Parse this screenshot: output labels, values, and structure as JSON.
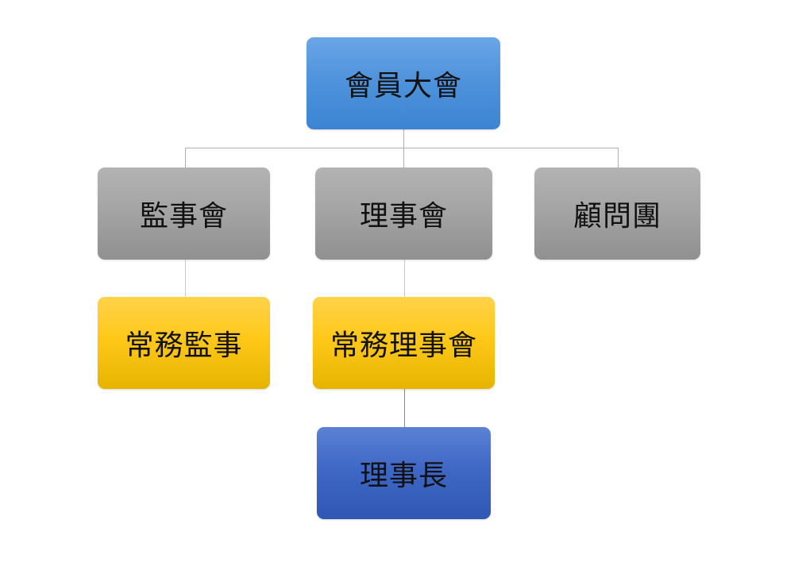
{
  "org_chart": {
    "nodes": {
      "general_assembly": {
        "label": "會員大會",
        "color": "#4f93dc"
      },
      "board_of_supervisors": {
        "label": "監事會",
        "color": "#a3a3a3"
      },
      "board_of_directors": {
        "label": "理事會",
        "color": "#a3a3a3"
      },
      "advisory_group": {
        "label": "顧問團",
        "color": "#a3a3a3"
      },
      "executive_supervisor": {
        "label": "常務監事",
        "color": "#ffc819"
      },
      "executive_directors": {
        "label": "常務理事會",
        "color": "#ffc819"
      },
      "chairman": {
        "label": "理事長",
        "color": "#3f68c6"
      }
    },
    "edges": [
      {
        "from": "general_assembly",
        "to": "board_of_supervisors"
      },
      {
        "from": "general_assembly",
        "to": "board_of_directors"
      },
      {
        "from": "general_assembly",
        "to": "advisory_group"
      },
      {
        "from": "board_of_supervisors",
        "to": "executive_supervisor"
      },
      {
        "from": "board_of_directors",
        "to": "executive_directors"
      },
      {
        "from": "executive_directors",
        "to": "chairman"
      }
    ]
  }
}
